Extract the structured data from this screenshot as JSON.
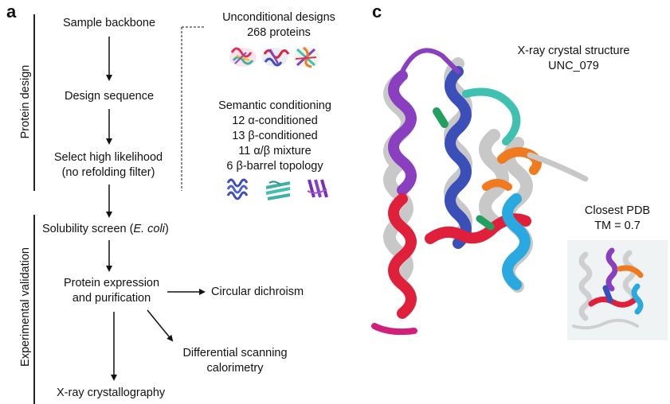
{
  "panel_a": {
    "label": "a",
    "section_protein_design": "Protein design",
    "section_experimental": "Experimental validation",
    "steps": {
      "sample_backbone": "Sample backbone",
      "design_sequence": "Design sequence",
      "select_line1": "Select high likelihood",
      "select_line2": "(no refolding filter)",
      "solubility_prefix": "Solubility screen (",
      "solubility_organism": "E. coli",
      "solubility_suffix": ")",
      "expression_line1": "Protein expression",
      "expression_line2": "and purification",
      "circular_dichroism": "Circular dichroism",
      "dsc_line1": "Differential scanning",
      "dsc_line2": "calorimetry",
      "xray": "X-ray crystallography"
    },
    "unconditional": {
      "line1": "Unconditional designs",
      "line2": "268 proteins"
    },
    "semantic": {
      "title": "Semantic conditioning",
      "items": [
        "12 α-conditioned",
        "13 β-conditioned",
        "11 α/β mixture",
        "6 β-barrel topology"
      ]
    }
  },
  "panel_c": {
    "label": "c",
    "structure_line1": "X-ray crystal structure",
    "structure_line2": "UNC_079",
    "closest_line1": "Closest PDB",
    "closest_line2": "TM = 0.7"
  },
  "colors": {
    "purple": "#8a3fc0",
    "blue": "#3a4fb8",
    "teal": "#3fc0b0",
    "orange": "#f07a20",
    "red": "#e0203a",
    "magenta": "#d0207a",
    "sky": "#2aa8e0",
    "green": "#22a060",
    "gray": "#c8c8c8"
  }
}
